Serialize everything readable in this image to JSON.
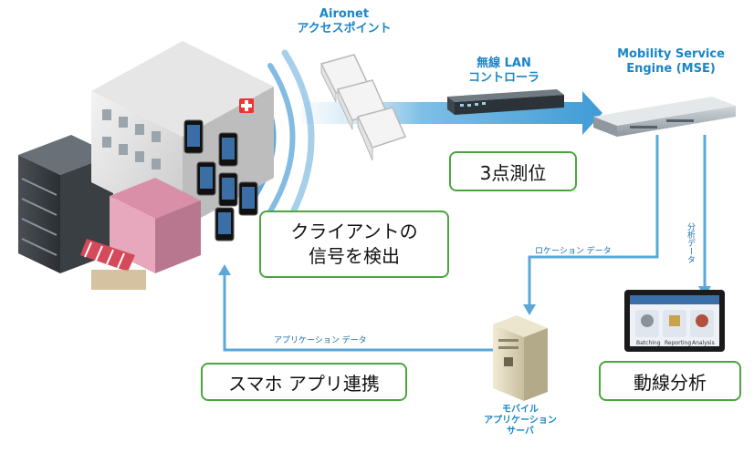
{
  "labels": {
    "aironet_line1": "Aironet",
    "aironet_line2": "アクセスポイント",
    "wlc_line1": "無線 LAN",
    "wlc_line2": "コントローラ",
    "mse_line1": "Mobility Service",
    "mse_line2": "Engine (MSE)",
    "server_line1": "モバイル",
    "server_line2": "アプリケーション",
    "server_line3": "サーバ"
  },
  "boxes": {
    "triangulation": "3点測位",
    "detect_line1": "クライアントの",
    "detect_line2": "信号を検出",
    "smartphone_app": "スマホ アプリ連携",
    "flow_analysis": "動線分析"
  },
  "arrow_labels": {
    "location_data": "ロケーション データ",
    "analysis_data": "分析データ",
    "application_data": "アプリケーション データ"
  },
  "dashboard": {
    "items": [
      "Batching",
      "Reporting",
      "Analysis"
    ]
  },
  "colors": {
    "accent_blue": "#1a86c7",
    "box_border": "#4aa63c",
    "arrow_fill": "#5aa8d8"
  }
}
